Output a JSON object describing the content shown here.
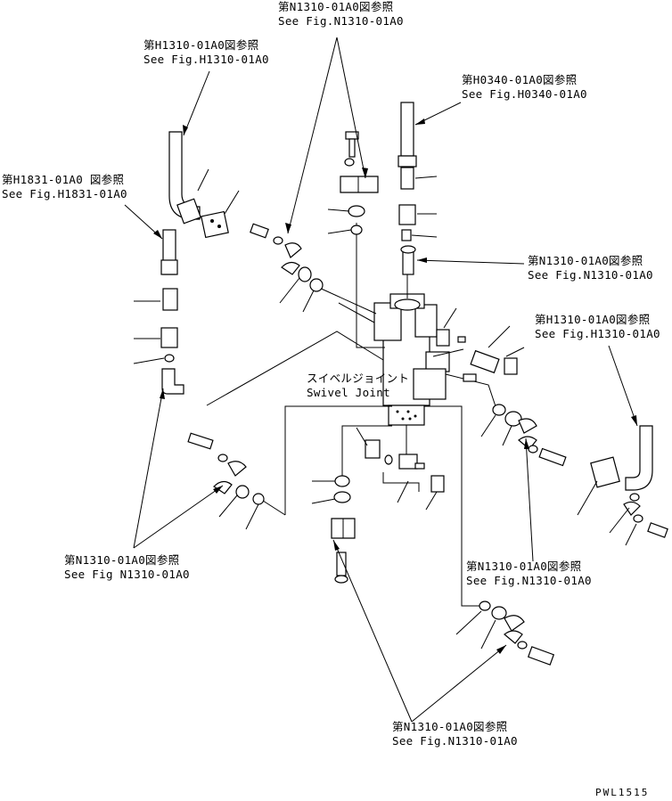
{
  "refs": {
    "top_n1310": {
      "jp": "第N1310-01A0図参照",
      "en": "See Fig.N1310-01A0"
    },
    "h1310_left": {
      "jp": "第H1310-01A0図参照",
      "en": "See Fig.H1310-01A0"
    },
    "h0340": {
      "jp": "第H0340-01A0図参照",
      "en": "See Fig.H0340-01A0"
    },
    "h1831": {
      "jp": "第H1831-01A0 図参照",
      "en": "See Fig.H1831-01A0"
    },
    "n1310_right": {
      "jp": "第N1310-01A0図参照",
      "en": "See Fig.N1310-01A0"
    },
    "h1310_right": {
      "jp": "第H1310-01A0図参照",
      "en": "See Fig.H1310-01A0"
    },
    "n1310_left_low": {
      "jp": "第N1310-01A0図参照",
      "en": "See Fig N1310-01A0"
    },
    "n1310_mid_low": {
      "jp": "第N1310-01A0図参照",
      "en": "See Fig.N1310-01A0"
    },
    "n1310_bottom": {
      "jp": "第N1310-01A0図参照",
      "en": "See Fig.N1310-01A0"
    }
  },
  "swivel": {
    "jp": "スイベルジョイント",
    "en": "Swivel Joint"
  },
  "drawing_code": "PWL1515"
}
